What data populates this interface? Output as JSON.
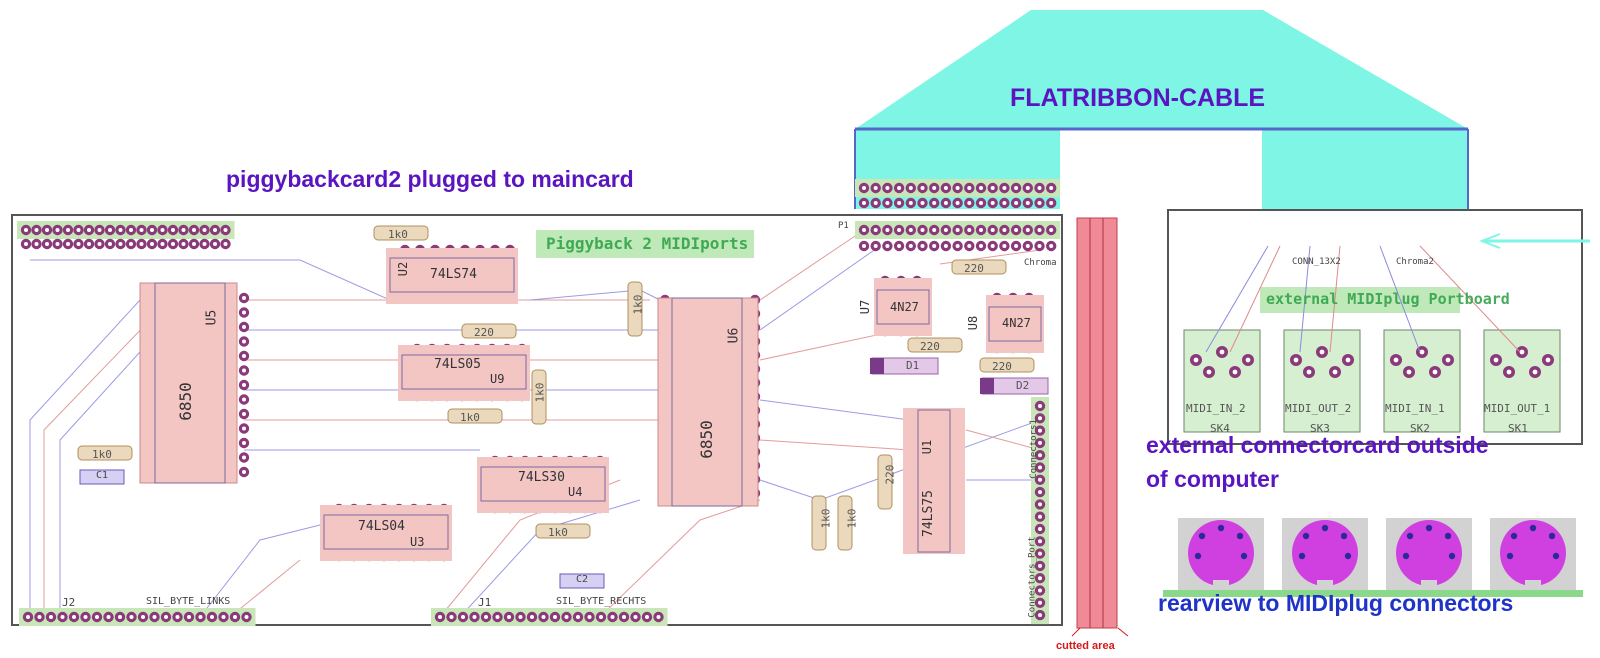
{
  "titles": {
    "cable": "FLATRIBBON-CABLE",
    "piggy": "piggybackcard2 plugged to maincard",
    "external_line1": "external connectorcard outside",
    "external_line2": "of computer",
    "rearview": "rearview to MIDIplug connectors",
    "cutted": "cutted area"
  },
  "board": {
    "banner": "Piggyback 2 MIDIports",
    "chips": [
      {
        "id": "u5",
        "ref": "U5",
        "part": "6850"
      },
      {
        "id": "u6",
        "ref": "U6",
        "part": "6850"
      },
      {
        "id": "u2",
        "ref": "U2",
        "part": "74LS74"
      },
      {
        "id": "u9",
        "ref": "U9",
        "part": "74LS05"
      },
      {
        "id": "u4",
        "ref": "U4",
        "part": "74LS30"
      },
      {
        "id": "u3",
        "ref": "U3",
        "part": "74LS04"
      },
      {
        "id": "u1",
        "ref": "U1",
        "part": "74LS75"
      },
      {
        "id": "u7",
        "ref": "U7",
        "part": "4N27"
      },
      {
        "id": "u8",
        "ref": "U8",
        "part": "4N27"
      }
    ],
    "resistors": [
      "1k0",
      "220",
      "1k0",
      "1k0",
      "1k0",
      "1k0",
      "220",
      "220",
      "220",
      "220",
      "1k0",
      "1k0",
      "1k0"
    ],
    "diodes": [
      "D1",
      "D2"
    ],
    "caps": [
      "C1",
      "C2"
    ],
    "connectors": {
      "p1": "P1",
      "chroma": "Chroma",
      "connectors1": "Connectors1",
      "connectors_port": "Connectors_Port",
      "j2": "J2",
      "j1": "J1",
      "sil_links": "SIL_BYTE_LINKS",
      "sil_rechts": "SIL_BYTE_RECHTS"
    }
  },
  "portboard": {
    "banner": "external MIDIplug Portboard",
    "conn": "CONN_13X2",
    "chroma2": "Chroma2",
    "jacks": [
      {
        "label": "MIDI_IN_2",
        "sk": "SK4"
      },
      {
        "label": "MIDI_OUT_2",
        "sk": "SK3"
      },
      {
        "label": "MIDI_IN_1",
        "sk": "SK2"
      },
      {
        "label": "MIDI_OUT_1",
        "sk": "SK1"
      }
    ]
  },
  "colors": {
    "cable": "#7ff5e6",
    "title": "#5a15c0",
    "rear_title": "#1f33c8",
    "chip": "#f3c6c4",
    "resistor": "#ead9bd",
    "banner": "#bfe9b8",
    "midi_plug": "#d040e0",
    "cut": "#f08a96",
    "cut_label": "#d81818"
  }
}
